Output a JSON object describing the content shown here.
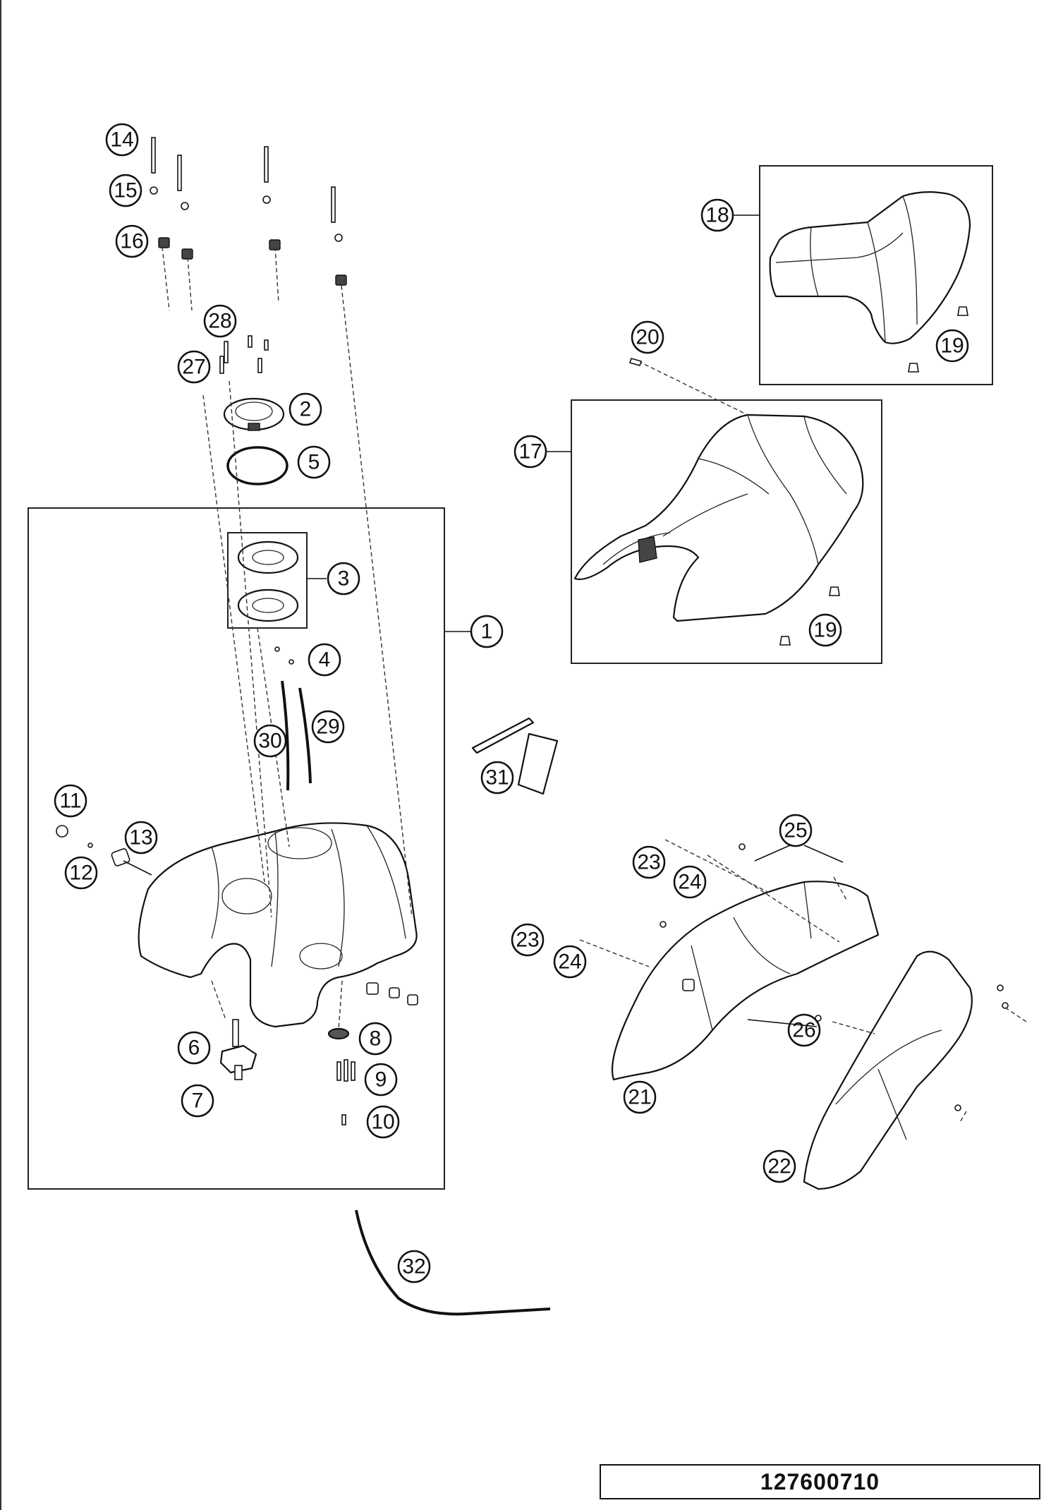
{
  "document_code": "127600710",
  "callouts": [
    "1",
    "2",
    "3",
    "4",
    "5",
    "6",
    "7",
    "8",
    "9",
    "10",
    "11",
    "12",
    "13",
    "14",
    "15",
    "16",
    "17",
    "18",
    "19",
    "19",
    "20",
    "21",
    "22",
    "23",
    "23",
    "24",
    "24",
    "25",
    "26",
    "27",
    "28",
    "29",
    "30",
    "31",
    "32"
  ],
  "icons": {
    "fuel-tank": "fuel-tank-drawing",
    "rider-seat": "rider-seat-drawing",
    "passenger-seat": "passenger-seat-drawing",
    "side-cover-left": "side-cover-drawing",
    "side-cover-right": "side-cover-drawing",
    "hose": "hose-drawing"
  }
}
